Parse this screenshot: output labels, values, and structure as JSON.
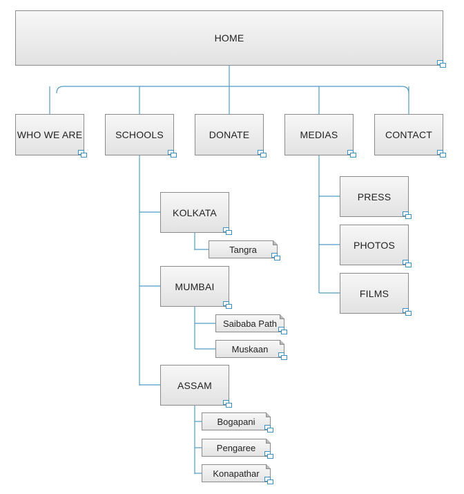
{
  "sitemap": {
    "home": "HOME",
    "sections": [
      "WHO WE ARE",
      "SCHOOLS",
      "DONATE",
      "MEDIAS",
      "CONTACT"
    ],
    "schools": {
      "cities": [
        "KOLKATA",
        "MUMBAI",
        "ASSAM"
      ],
      "kolkata_pages": [
        "Tangra"
      ],
      "mumbai_pages": [
        "Saibaba Path",
        "Muskaan"
      ],
      "assam_pages": [
        "Bogapani",
        "Pengaree",
        "Konapathar"
      ]
    },
    "medias": {
      "pages": [
        "PRESS",
        "PHOTOS",
        "FILMS"
      ]
    }
  }
}
